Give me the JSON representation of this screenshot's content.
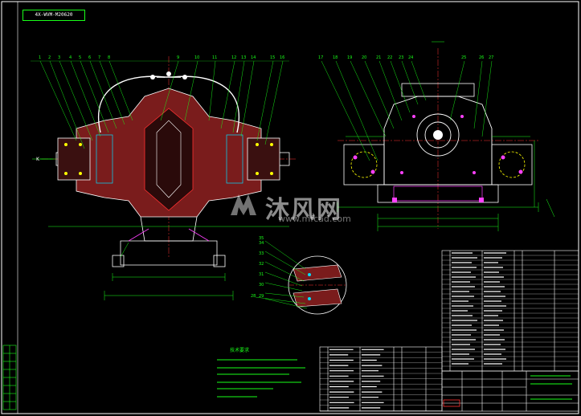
{
  "drawing_tag": "4X-WVM-M20620",
  "watermark": {
    "text": "沐风网",
    "url": "www.mfcad.com"
  },
  "notes_heading": "技术要求",
  "side_view_label": "K",
  "balloons_front": [
    "1",
    "2",
    "3",
    "4",
    "5",
    "6",
    "7",
    "8",
    "9",
    "10",
    "11",
    "12",
    "13",
    "14",
    "15",
    "16"
  ],
  "balloons_side": [
    "17",
    "18",
    "19",
    "20",
    "21",
    "22",
    "23",
    "24",
    "25",
    "26",
    "27"
  ],
  "balloons_detail": [
    "28",
    "29",
    "30",
    "31",
    "32",
    "33",
    "34",
    "35"
  ],
  "colors": {
    "background": "#000000",
    "outline": "#ffffff",
    "dimension": "#19ff19",
    "section_fill": "#7a1c1c",
    "hidden": "#ff3030",
    "accent_yellow": "#ffff00",
    "accent_magenta": "#ff40ff",
    "accent_cyan": "#00e0ff"
  }
}
